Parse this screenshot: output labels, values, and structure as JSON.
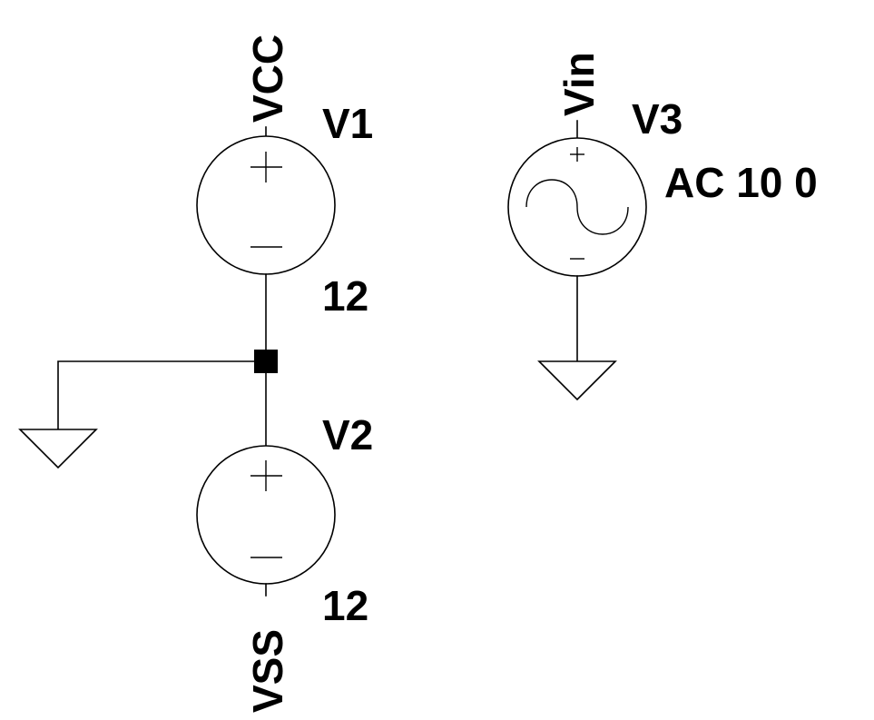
{
  "components": {
    "v1": {
      "name": "V1",
      "value": "12"
    },
    "v2": {
      "name": "V2",
      "value": "12"
    },
    "v3": {
      "name": "V3",
      "value": "AC 10 0"
    }
  },
  "nets": {
    "vcc": "VCC",
    "vss": "VSS",
    "vin": "Vin"
  },
  "symbols": {
    "source_plus": "+",
    "source_minus": "−"
  }
}
